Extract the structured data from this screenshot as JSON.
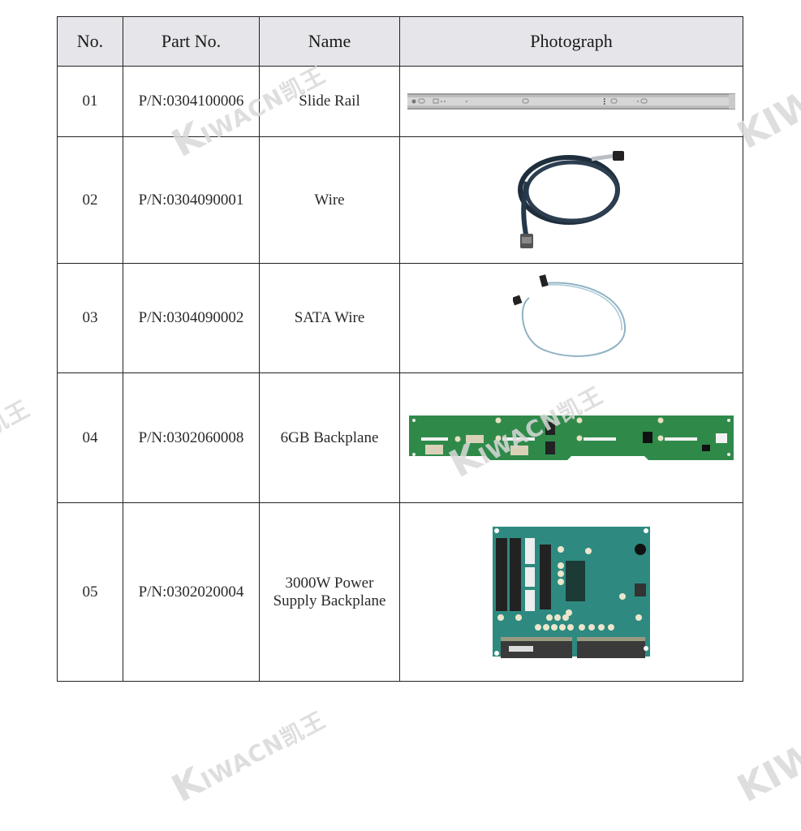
{
  "table": {
    "headers": [
      "No.",
      "Part No.",
      "Name",
      "Photograph"
    ],
    "rows": [
      {
        "no": "01",
        "part_no": "P/N:0304100006",
        "name": "Slide Rail",
        "photo": "slide-rail-photo"
      },
      {
        "no": "02",
        "part_no": "P/N:0304090001",
        "name": "Wire",
        "photo": "braided-cable-photo"
      },
      {
        "no": "03",
        "part_no": "P/N:0304090002",
        "name": "SATA Wire",
        "photo": "sata-cable-photo"
      },
      {
        "no": "04",
        "part_no": "P/N:0302060008",
        "name": "6GB Backplane",
        "photo": "backplane-board-photo"
      },
      {
        "no": "05",
        "part_no": "P/N:0302020004",
        "name_line1": "3000W Power",
        "name_line2": "Supply Backplane",
        "photo": "power-backplane-board-photo"
      }
    ]
  },
  "watermark": {
    "k": "K",
    "rest": "IWACN凯王",
    "partial": "KIW",
    "cn": "凯王"
  },
  "colors": {
    "header_bg": "#e5e5ea",
    "border": "#222222",
    "pcb_green": "#2f8a4a",
    "pcb_teal": "#2e8a80",
    "watermark": "#d9d9d9"
  }
}
